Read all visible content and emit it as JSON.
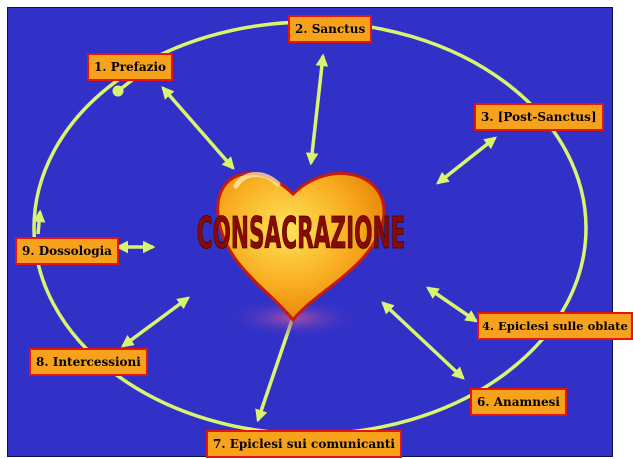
{
  "colors": {
    "background": "#3131c8",
    "ellipse": "#d9f570",
    "arrow": "#d9f570",
    "box_fill": "#f7a21d",
    "box_border": "#e5140f",
    "heart_light": "#ffe35a",
    "heart_dark": "#e27a00",
    "heart_border": "#c71a0a",
    "center_text": "#8a0a00"
  },
  "center": {
    "label": "CONSACRAZIONE",
    "shape": "heart"
  },
  "steps": [
    {
      "id": "prefazio",
      "label": "1. Prefazio"
    },
    {
      "id": "sanctus",
      "label": "2. Sanctus"
    },
    {
      "id": "post-sanctus",
      "label": "3. [Post-Sanctus]"
    },
    {
      "id": "epiclesi-oblate",
      "label": "4. Epiclesi sulle oblate"
    },
    {
      "id": "anamnesi",
      "label": "6. Anamnesi"
    },
    {
      "id": "epiclesi-comunicanti",
      "label": "7. Epiclesi sui comunicanti"
    },
    {
      "id": "intercessioni",
      "label": "8. Intercessioni"
    },
    {
      "id": "dossologia",
      "label": "9. Dossologia"
    }
  ]
}
